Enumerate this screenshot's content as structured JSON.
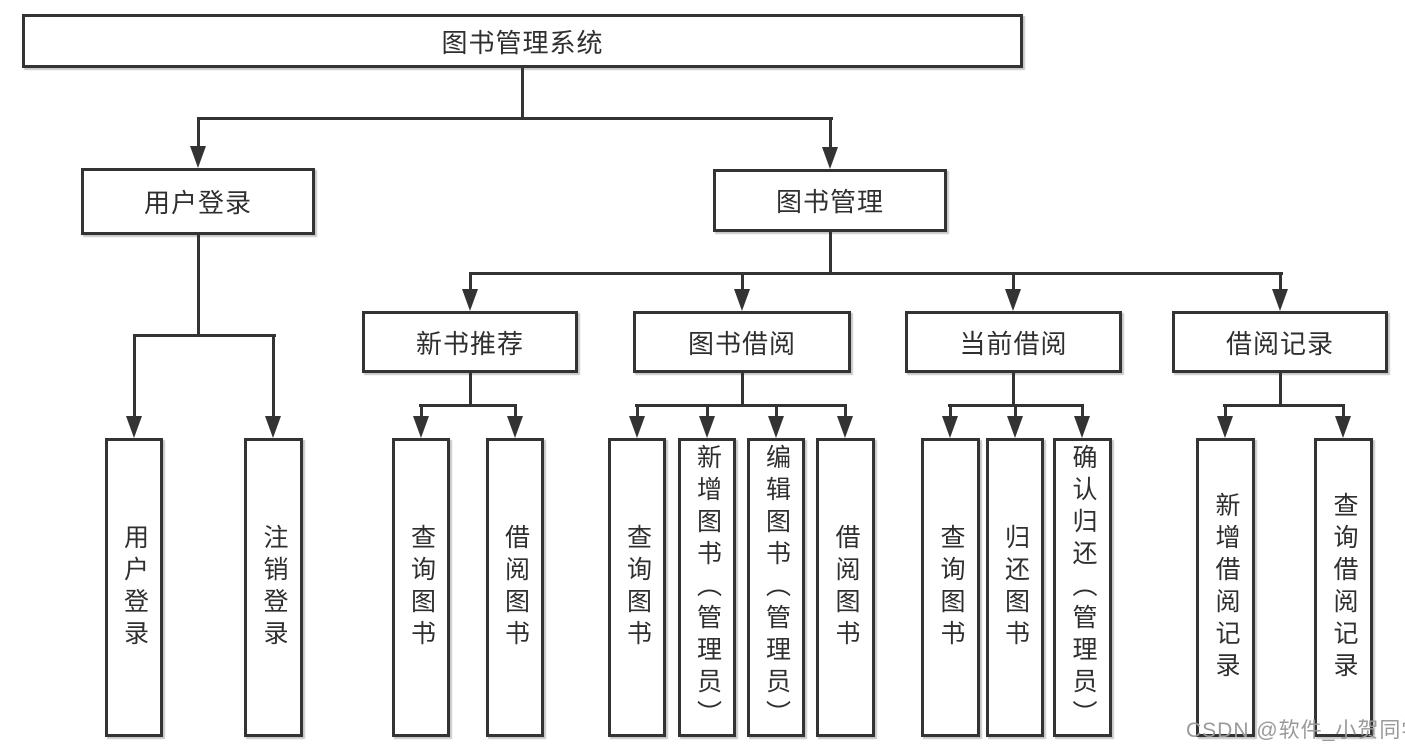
{
  "tree": {
    "root": {
      "label": "图书管理系统",
      "children": [
        {
          "label": "用户登录",
          "children": [
            {
              "label": "用户登录"
            },
            {
              "label": "注销登录"
            }
          ]
        },
        {
          "label": "图书管理",
          "children": [
            {
              "label": "新书推荐",
              "children": [
                {
                  "label": "查询图书"
                },
                {
                  "label": "借阅图书"
                }
              ]
            },
            {
              "label": "图书借阅",
              "children": [
                {
                  "label": "查询图书"
                },
                {
                  "label": "新增图书（管理员）"
                },
                {
                  "label": "编辑图书（管理员）"
                },
                {
                  "label": "借阅图书"
                }
              ]
            },
            {
              "label": "当前借阅",
              "children": [
                {
                  "label": "查询图书"
                },
                {
                  "label": "归还图书"
                },
                {
                  "label": "确认归还（管理员）"
                }
              ]
            },
            {
              "label": "借阅记录",
              "children": [
                {
                  "label": "新增借阅记录"
                },
                {
                  "label": "查询借阅记录"
                }
              ]
            }
          ]
        }
      ]
    }
  },
  "watermark": {
    "text": "CSDN @软件_小贺同学",
    "color": "#9a9a9a"
  },
  "colors": {
    "line": "#333333",
    "box_border": "#333333",
    "box_bg": "#ffffff",
    "text": "#2f2f2f"
  }
}
